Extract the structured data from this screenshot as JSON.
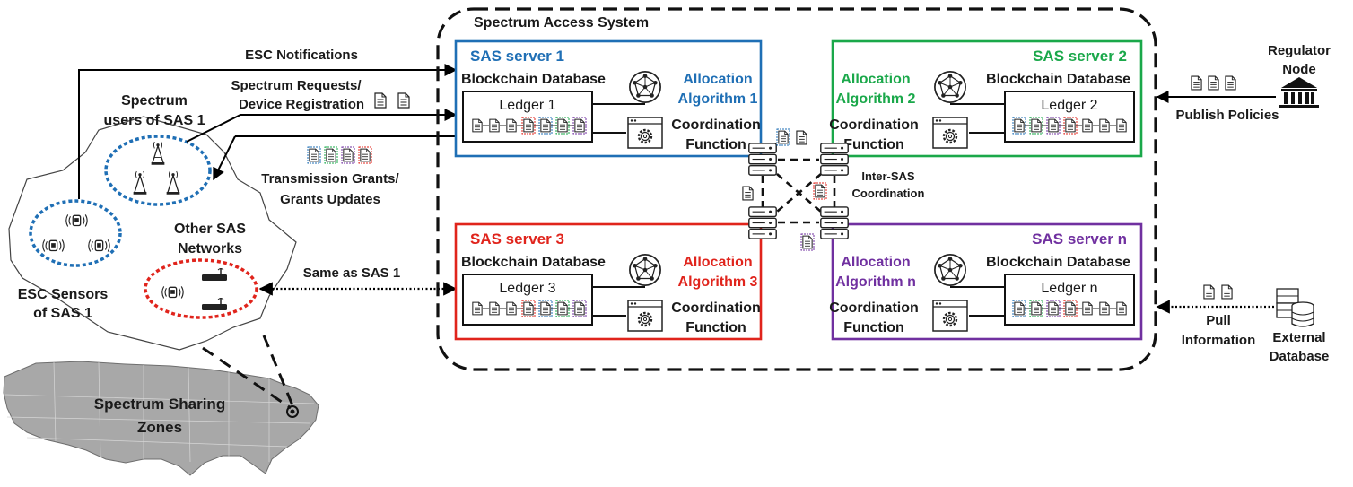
{
  "colors": {
    "sas1": "#1f6fb5",
    "sas2": "#1aa84a",
    "sas3": "#e0241c",
    "sasn": "#7030a0",
    "sensor_ring": "#1f6fb5",
    "other_ring": "#e0241c",
    "map_fill": "#a8a8a8"
  },
  "sas_system": {
    "title": "Spectrum Access System"
  },
  "servers": [
    {
      "id": "sas1",
      "title": "SAS server 1",
      "db": "Blockchain Database",
      "ledger": "Ledger 1",
      "alg_line1": "Allocation",
      "alg_line2": "Algorithm 1",
      "coord_line1": "Coordination",
      "coord_line2": "Function"
    },
    {
      "id": "sas2",
      "title": "SAS server 2",
      "db": "Blockchain Database",
      "ledger": "Ledger 2",
      "alg_line1": "Allocation",
      "alg_line2": "Algorithm 2",
      "coord_line1": "Coordination",
      "coord_line2": "Function"
    },
    {
      "id": "sas3",
      "title": "SAS server 3",
      "db": "Blockchain Database",
      "ledger": "Ledger 3",
      "alg_line1": "Allocation",
      "alg_line2": "Algorithm 3",
      "coord_line1": "Coordination",
      "coord_line2": "Function"
    },
    {
      "id": "sasn",
      "title": "SAS server n",
      "db": "Blockchain Database",
      "ledger": "Ledger n",
      "alg_line1": "Allocation",
      "alg_line2": "Algorithm n",
      "coord_line1": "Coordination",
      "coord_line2": "Function"
    }
  ],
  "inter_sas": {
    "line1": "Inter-SAS",
    "line2": "Coordination"
  },
  "flows": {
    "esc_notifications": "ESC Notifications",
    "requests_line1": "Spectrum Requests/",
    "requests_line2": "Device Registration",
    "grants_line1": "Transmission Grants/",
    "grants_line2": "Grants Updates",
    "same_as": "Same as SAS 1",
    "publish": "Publish Policies",
    "pull_line1": "Pull",
    "pull_line2": "Information"
  },
  "left": {
    "users_line1": "Spectrum",
    "users_line2": "users of SAS 1",
    "other_line1": "Other SAS",
    "other_line2": "Networks",
    "esc_line1": "ESC Sensors",
    "esc_line2": "of SAS 1",
    "zones_line1": "Spectrum Sharing",
    "zones_line2": "Zones"
  },
  "right": {
    "regulator_line1": "Regulator",
    "regulator_line2": "Node",
    "external_line1": "External",
    "external_line2": "Database"
  },
  "icons": {
    "blockchain": "blockchain-network-icon",
    "coordination": "gear-window-icon",
    "router": "server-rack-icon",
    "document": "document-icon",
    "regulator": "government-building-icon",
    "database": "database-icon",
    "tower": "cell-tower-icon",
    "sensor": "sensor-icon"
  }
}
